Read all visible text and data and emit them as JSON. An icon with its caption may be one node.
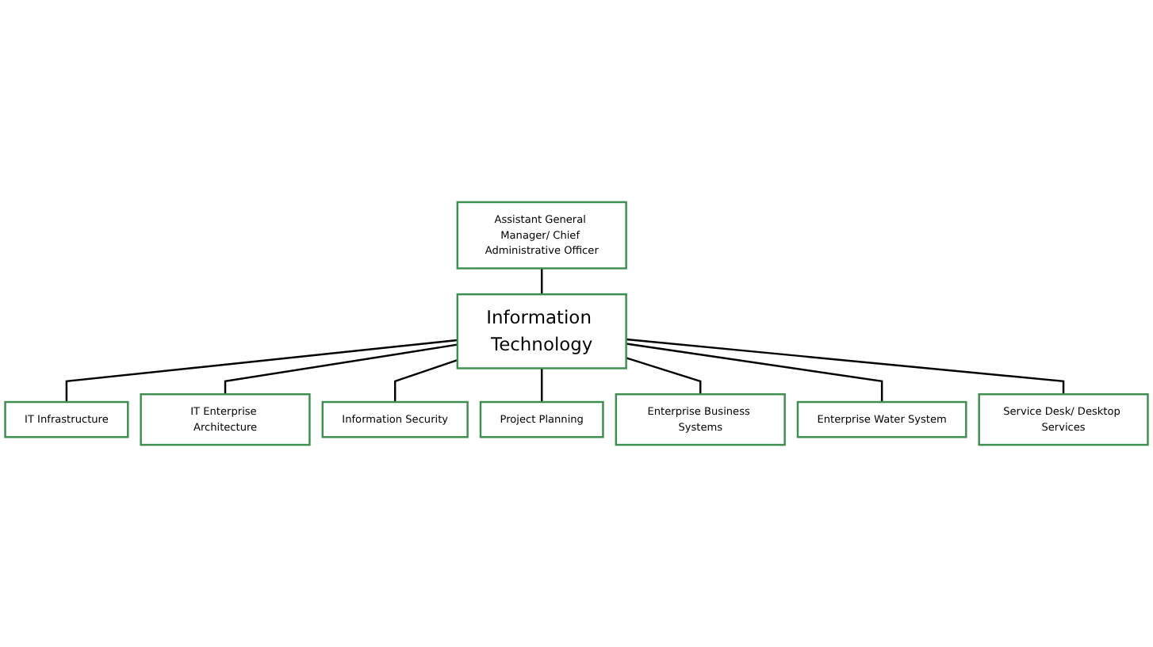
{
  "diagram": {
    "nodes": [
      {
        "text": [
          "Assistant General Manager/ Chief Administrative Officer"
        ]
      },
      {
        "text": [
          "IT Infrastructure"
        ]
      },
      {
        "text": [
          "Information Technology"
        ]
      },
      {
        "text": [
          "IT Enterprise Architecture"
        ]
      },
      {
        "text": [
          "Information Security"
        ]
      },
      {
        "text": [
          "Project Planning"
        ]
      },
      {
        "text": [
          "Enterprise Business Systems"
        ]
      },
      {
        "text": [
          "Enterprise Water System"
        ]
      },
      {
        "text": [
          "Service Desk/ Desktop Services"
        ]
      }
    ],
    "edges": [
      {
        "from": 0,
        "to": 2,
        "arrow": "none"
      },
      {
        "from": 2,
        "to": 1,
        "arrow": "none"
      },
      {
        "from": 2,
        "to": 3,
        "arrow": "none"
      },
      {
        "from": 2,
        "to": 4,
        "arrow": "none"
      },
      {
        "from": 2,
        "to": 5,
        "arrow": "none"
      },
      {
        "from": 2,
        "to": 6,
        "arrow": "none"
      },
      {
        "from": 2,
        "to": 7,
        "arrow": "none"
      },
      {
        "from": 2,
        "to": 8,
        "arrow": "none"
      }
    ]
  }
}
